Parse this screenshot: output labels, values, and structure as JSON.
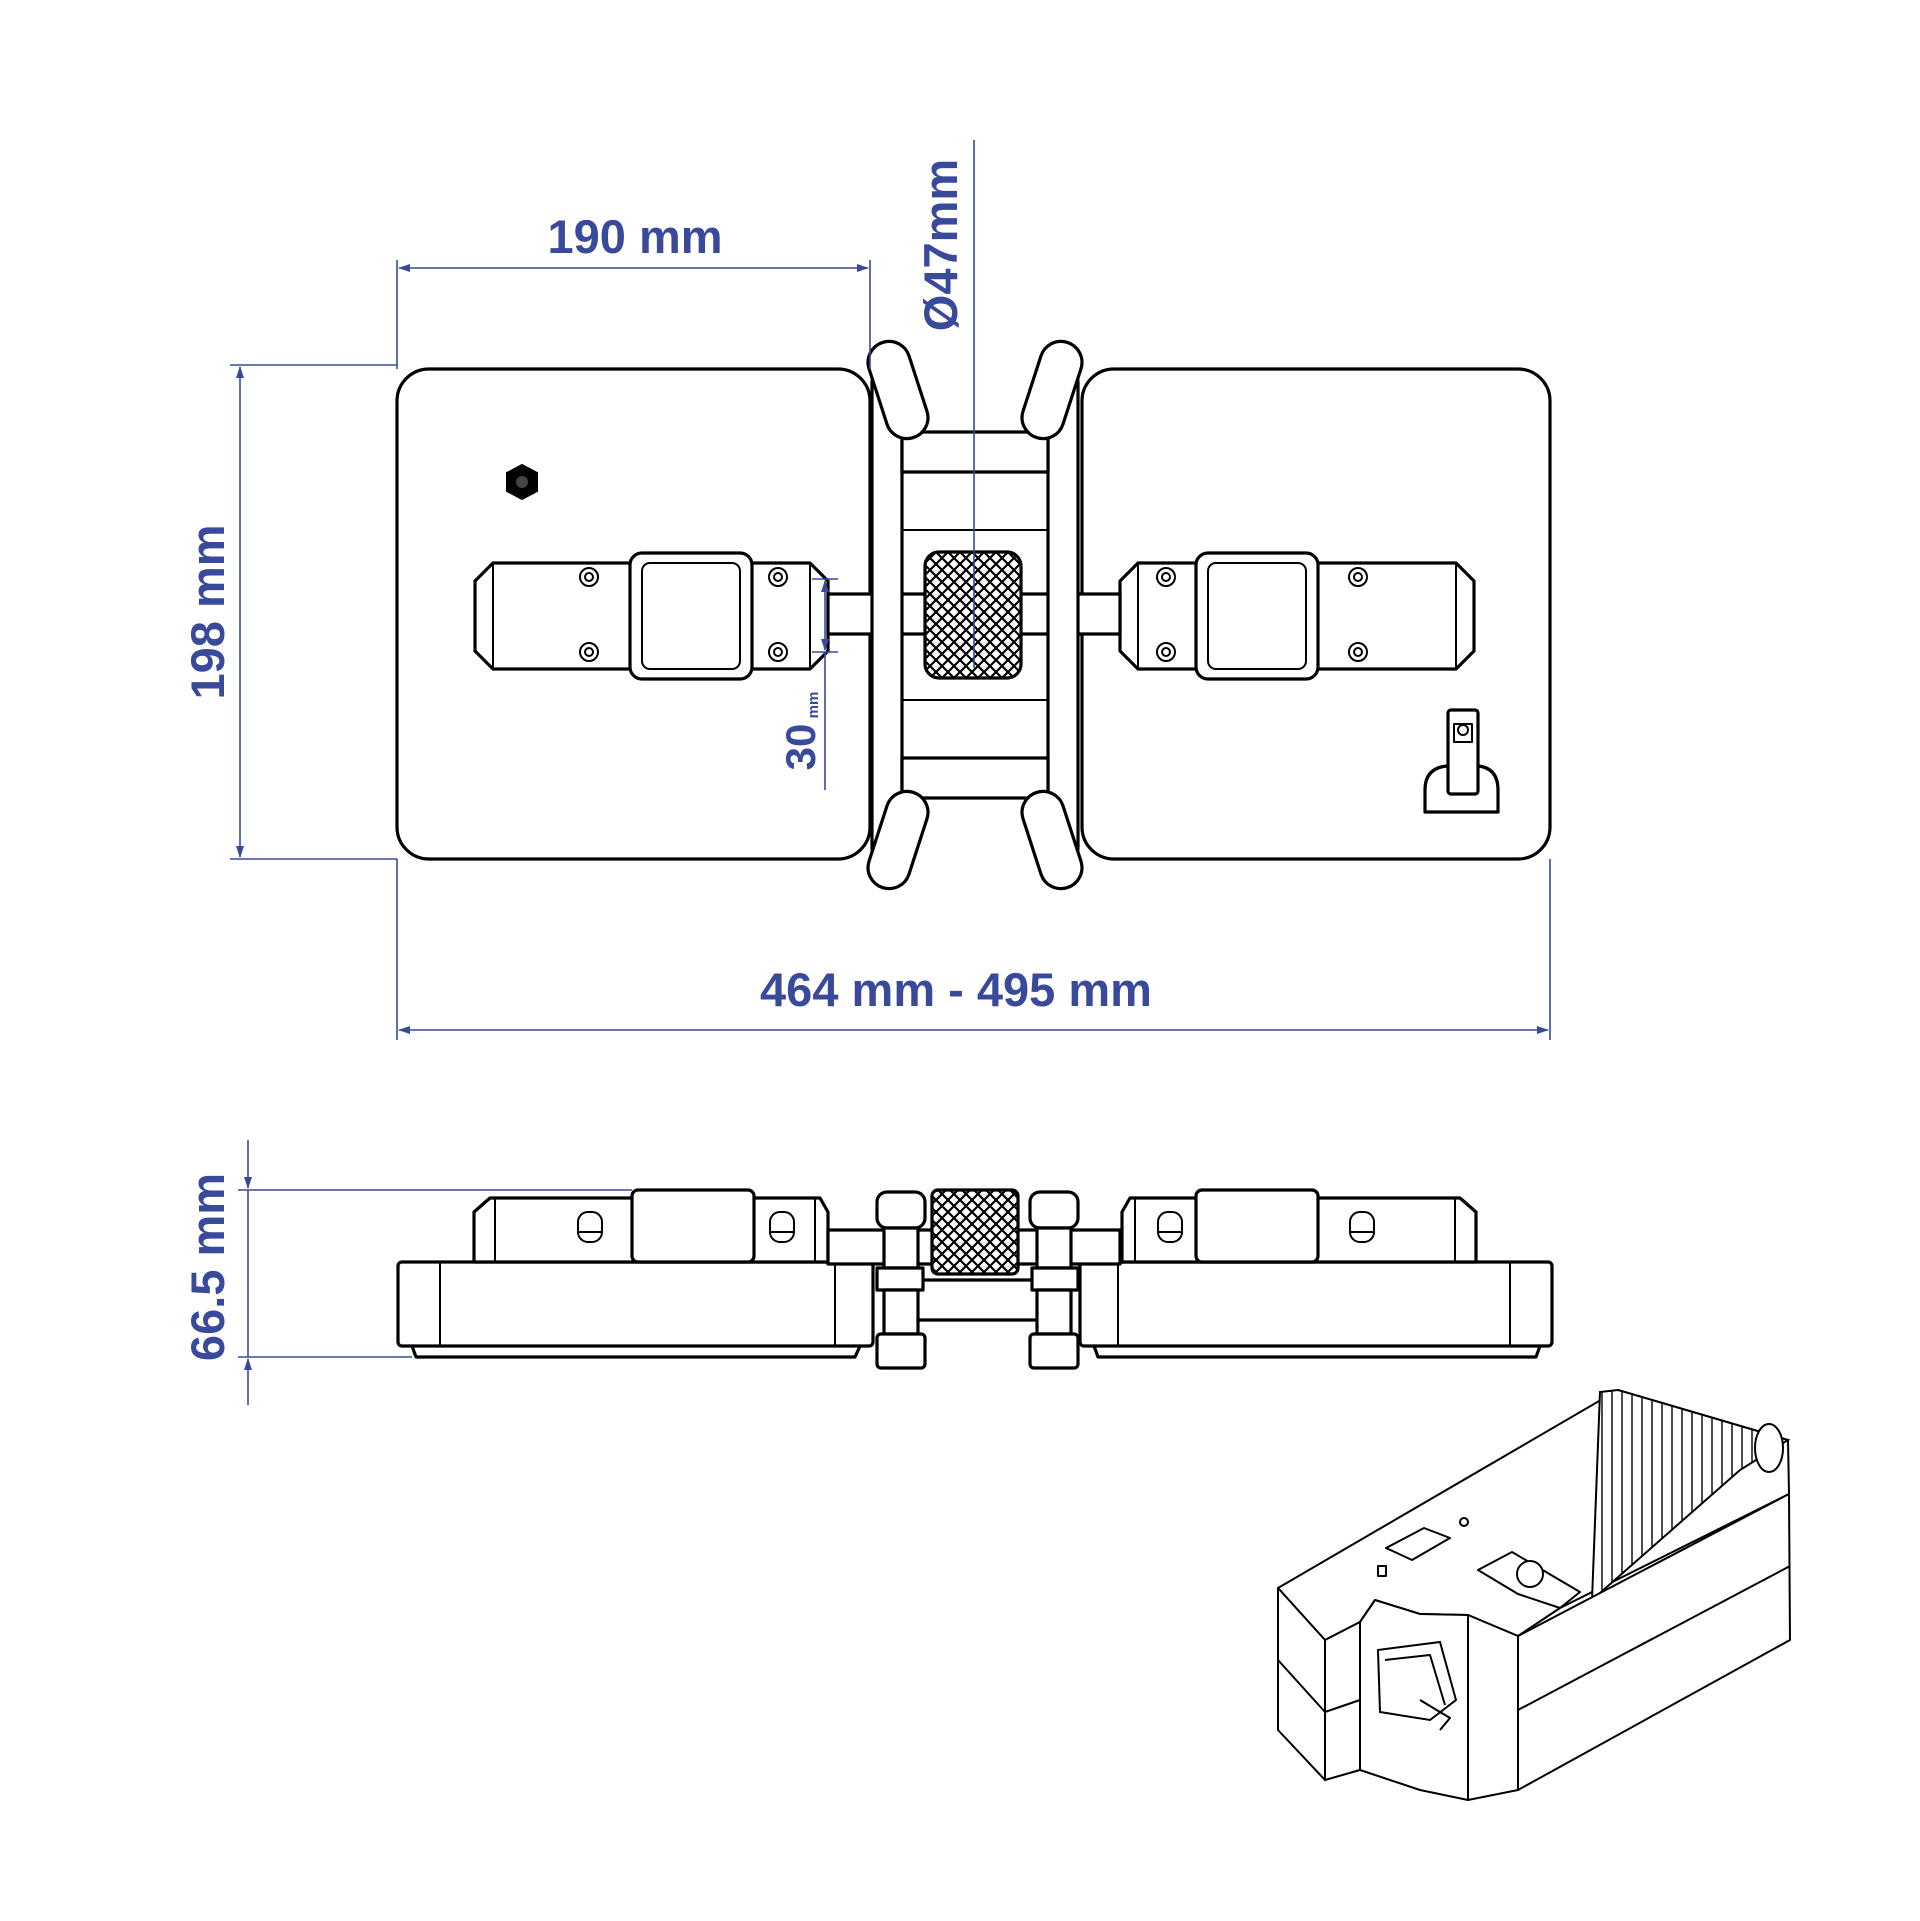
{
  "colors": {
    "dimension": "#3a4a9a",
    "outline": "#000000",
    "background": "#ffffff"
  },
  "dimensions": {
    "plate_width": "190 mm",
    "total_width": "464 mm - 495 mm",
    "plate_height": "198 mm",
    "knob_diameter": "Ø47mm",
    "clamp_value": "30",
    "clamp_unit": "mm",
    "side_height": "66.5 mm"
  }
}
